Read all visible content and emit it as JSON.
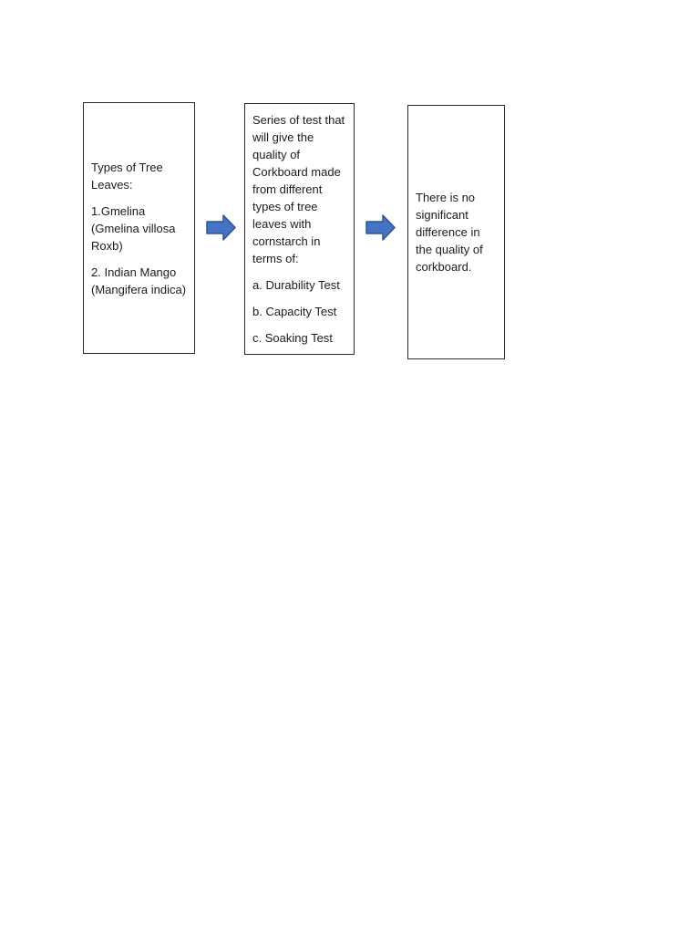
{
  "page": {
    "background_color": "#ffffff"
  },
  "colors": {
    "box_border": "#2b2b2b",
    "text": "#1c1c1c",
    "arrow_fill": "#4472c4",
    "arrow_stroke": "#2f5597"
  },
  "diagram": {
    "boxes": [
      {
        "paragraphs": [
          "Types of Tree\nLeaves:",
          "1.Gmelina\n(Gmelina villosa\nRoxb)",
          "2. Indian Mango\n(Mangifera indica)"
        ]
      },
      {
        "paragraphs": [
          "Series of test that\nwill give the\nquality of\nCorkboard made\nfrom different\ntypes of tree\nleaves with\ncornstarch in\nterms of:",
          "a. Durability Test",
          "b. Capacity Test",
          "c. Soaking Test"
        ]
      },
      {
        "paragraphs": [
          "There is no\nsignificant\ndifference in\nthe quality of\ncorkboard."
        ]
      }
    ],
    "arrows": [
      {
        "icon": "right-arrow-icon",
        "fill": "#4472c4",
        "stroke": "#2f5597"
      },
      {
        "icon": "right-arrow-icon",
        "fill": "#4472c4",
        "stroke": "#2f5597"
      }
    ]
  }
}
